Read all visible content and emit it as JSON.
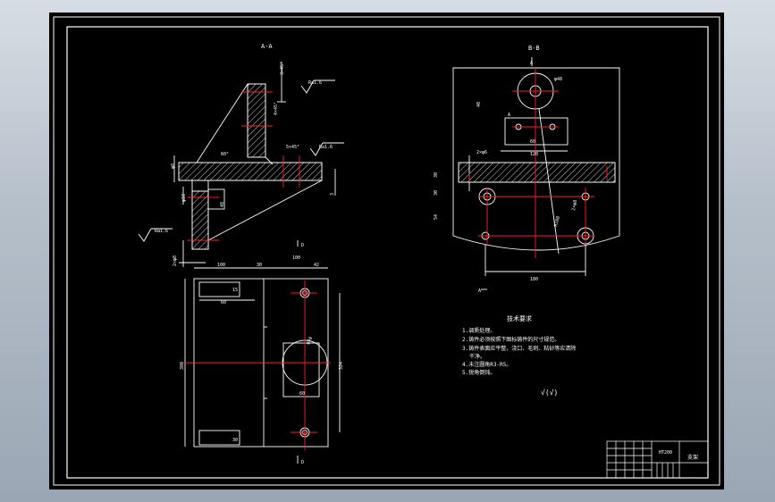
{
  "drawing": {
    "colors": {
      "background": "#000000",
      "line": "#ffffff",
      "centerline": "#ff2020",
      "hatch": "#ffffff"
    },
    "section_aa": {
      "title": "A-A",
      "angle_label": "60°",
      "roughness": [
        "Ra1.6",
        "Ra1.6",
        "Ra1.6"
      ],
      "dims": [
        "3×45°",
        "4×45°",
        "5×45°",
        "φ8",
        "φ10",
        "48",
        "2×φ8",
        "3"
      ]
    },
    "section_bb": {
      "title": "B-B",
      "section_mark_top": "A",
      "section_mark_bottom": "A",
      "inner_mark": "A",
      "dims": [
        "φ48",
        "40",
        "2×φ6",
        "60",
        "120",
        "30",
        "30",
        "54",
        "R100",
        "180",
        "2×φ8"
      ]
    },
    "plan_view": {
      "mark_top": "D",
      "mark_bottom": "D",
      "dims": [
        "100",
        "30",
        "100",
        "42",
        "15",
        "60",
        "380",
        "324",
        "φ50",
        "60",
        "30"
      ]
    },
    "tech_req": {
      "title": "技术要求",
      "items": [
        "1.调质处理。",
        "2.铸件必须按照下图标铸件的尺寸规范。",
        "3.铸件表面应平整，浇口、毛刺、粘砂等应清除",
        "干净。",
        "4.未注圆角R3-R5。",
        "5.锐角倒钝。"
      ],
      "roughness_symbol": "√(√)"
    },
    "title_block": {
      "part_name": "支架",
      "label": "HT200"
    }
  }
}
